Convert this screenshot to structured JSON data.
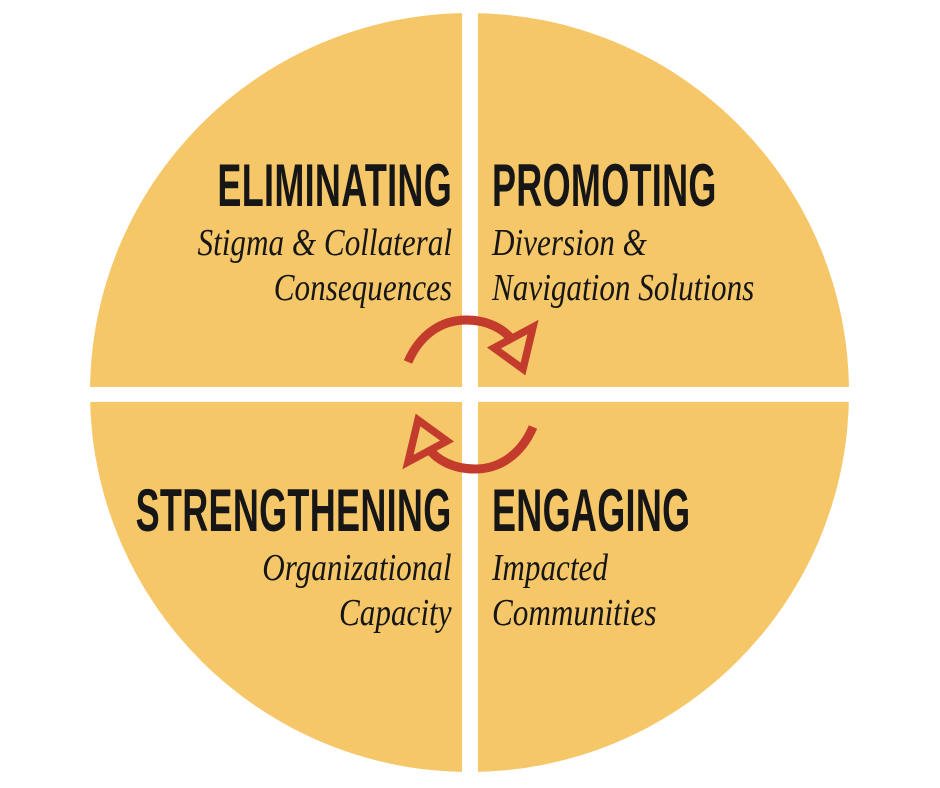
{
  "colors": {
    "background": "#FFFFFF",
    "circle": "#F6C768",
    "arrow": "#C23B2C",
    "text": "#161616"
  },
  "quadrants": [
    {
      "id": "top-left",
      "title": "ELIMINATING",
      "subtitle_lines": [
        "Stigma & Collateral",
        "Consequences"
      ]
    },
    {
      "id": "top-right",
      "title": "PROMOTING",
      "subtitle_lines": [
        "Diversion &",
        "Navigation Solutions"
      ]
    },
    {
      "id": "bottom-left",
      "title": "STRENGTHENING",
      "subtitle_lines": [
        "Organizational",
        "Capacity"
      ]
    },
    {
      "id": "bottom-right",
      "title": "ENGAGING",
      "subtitle_lines": [
        "Impacted",
        "Communities"
      ]
    }
  ],
  "icons": [
    {
      "name": "cycle-arrow-top-icon",
      "glyph": "clockwise-curved-arrow"
    },
    {
      "name": "cycle-arrow-bottom-icon",
      "glyph": "clockwise-curved-arrow"
    }
  ]
}
